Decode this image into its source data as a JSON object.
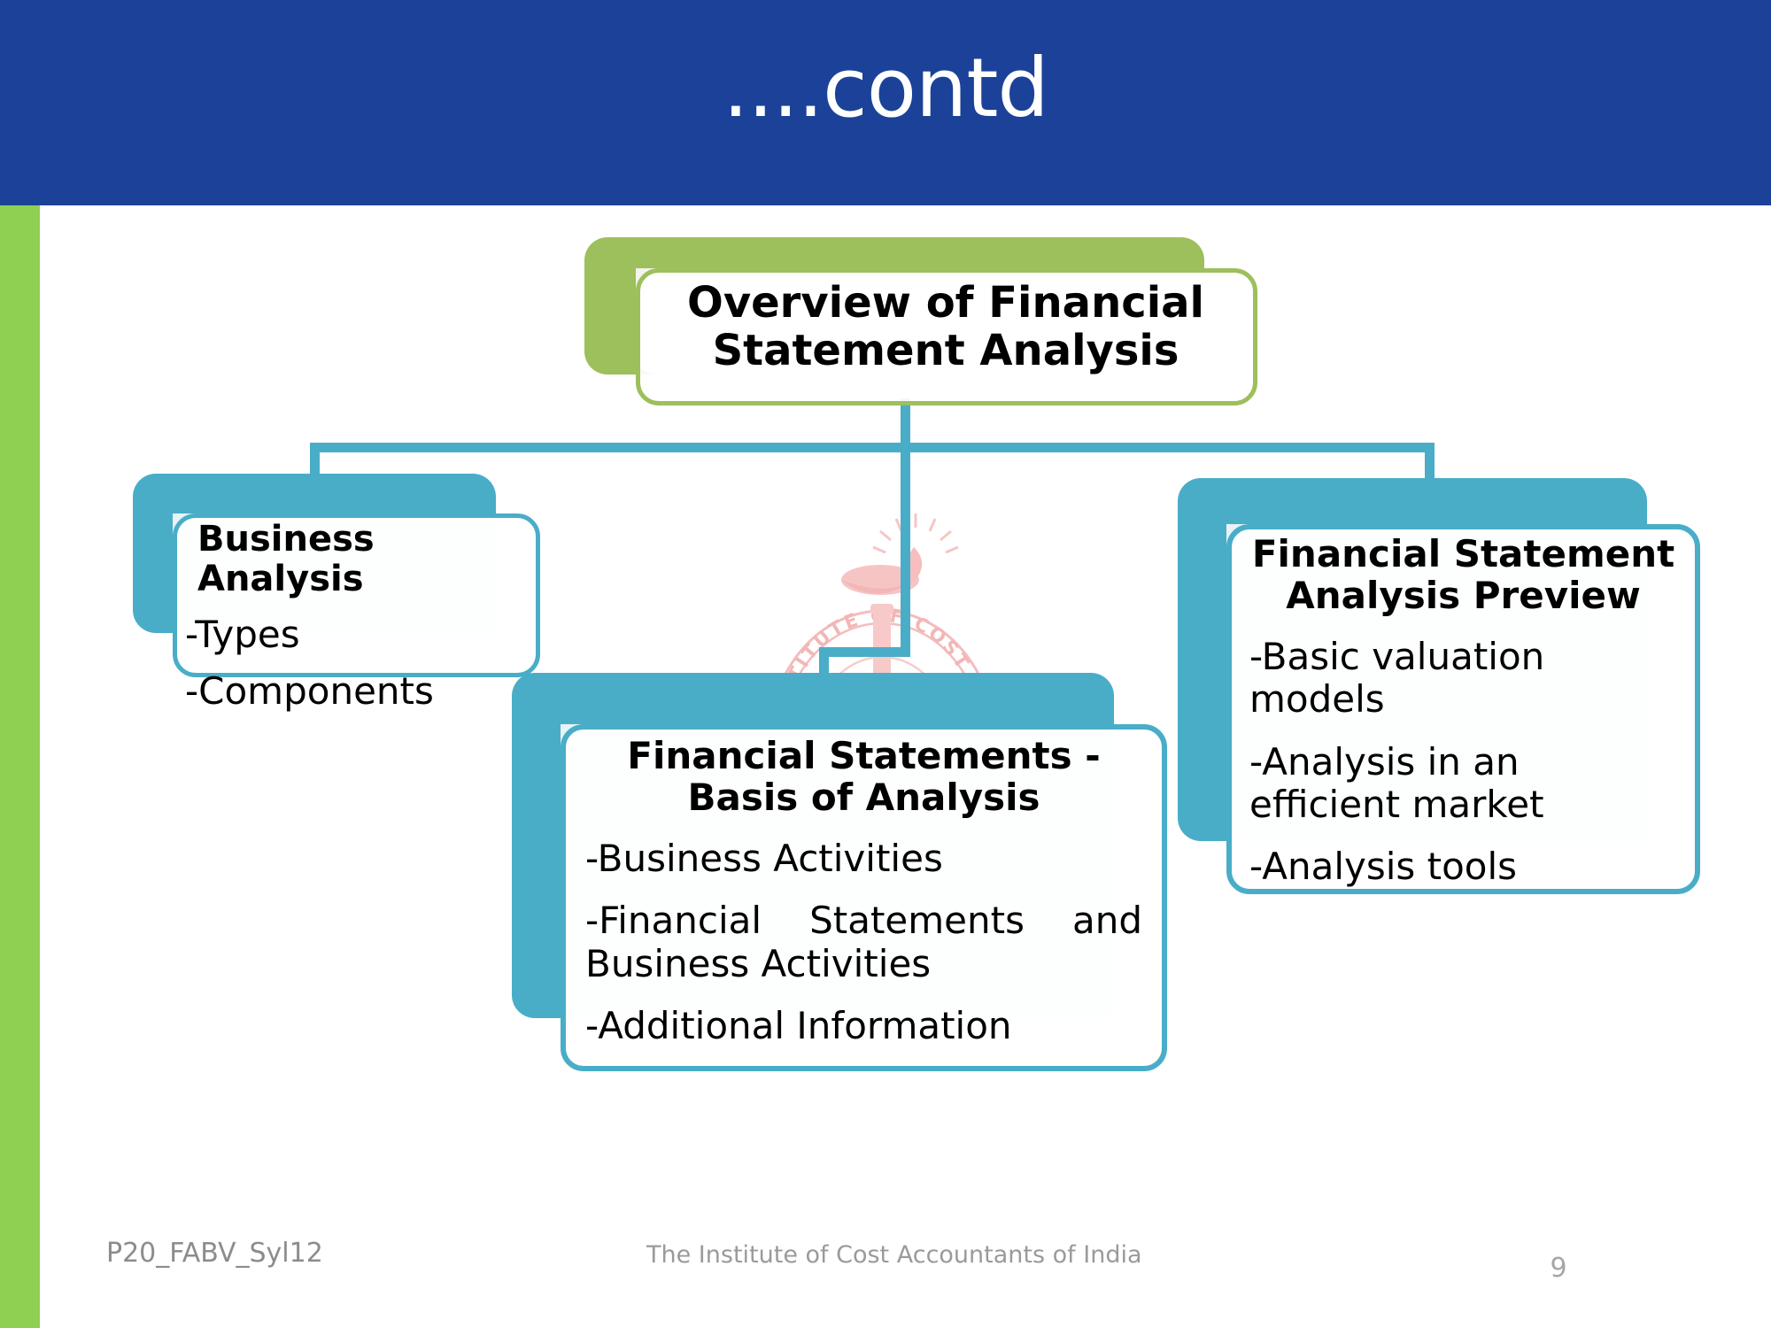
{
  "slide": {
    "title": "....contd",
    "header_color": "#1B4298",
    "accent_green": "#8DD052",
    "node_green": "#9DBF5C",
    "node_teal": "#49ADC8",
    "background": "#ffffff"
  },
  "watermark": {
    "name": "institute-of-cost-accountants-seal",
    "ring_text": "INSTITUTE OF COST ACCOUNTANTS OF INDIA",
    "color": "#F6C6C6"
  },
  "diagram": {
    "root": {
      "title": "Overview of Financial Statement Analysis",
      "items": []
    },
    "left": {
      "title": "Business Analysis",
      "items": [
        "-Types",
        "-Components"
      ]
    },
    "middle": {
      "title": "Financial Statements - Basis of Analysis",
      "items": [
        "-Business Activities",
        "-Financial Statements and Business Activities",
        "-Additional Information"
      ]
    },
    "right": {
      "title": "Financial Statement Analysis Preview",
      "items": [
        "-Basic valuation models",
        "-Analysis in an efficient market",
        "-Analysis tools"
      ]
    }
  },
  "footer": {
    "code": "P20_FABV_Syl12",
    "center": "The Institute of Cost Accountants of India",
    "page": "9"
  }
}
